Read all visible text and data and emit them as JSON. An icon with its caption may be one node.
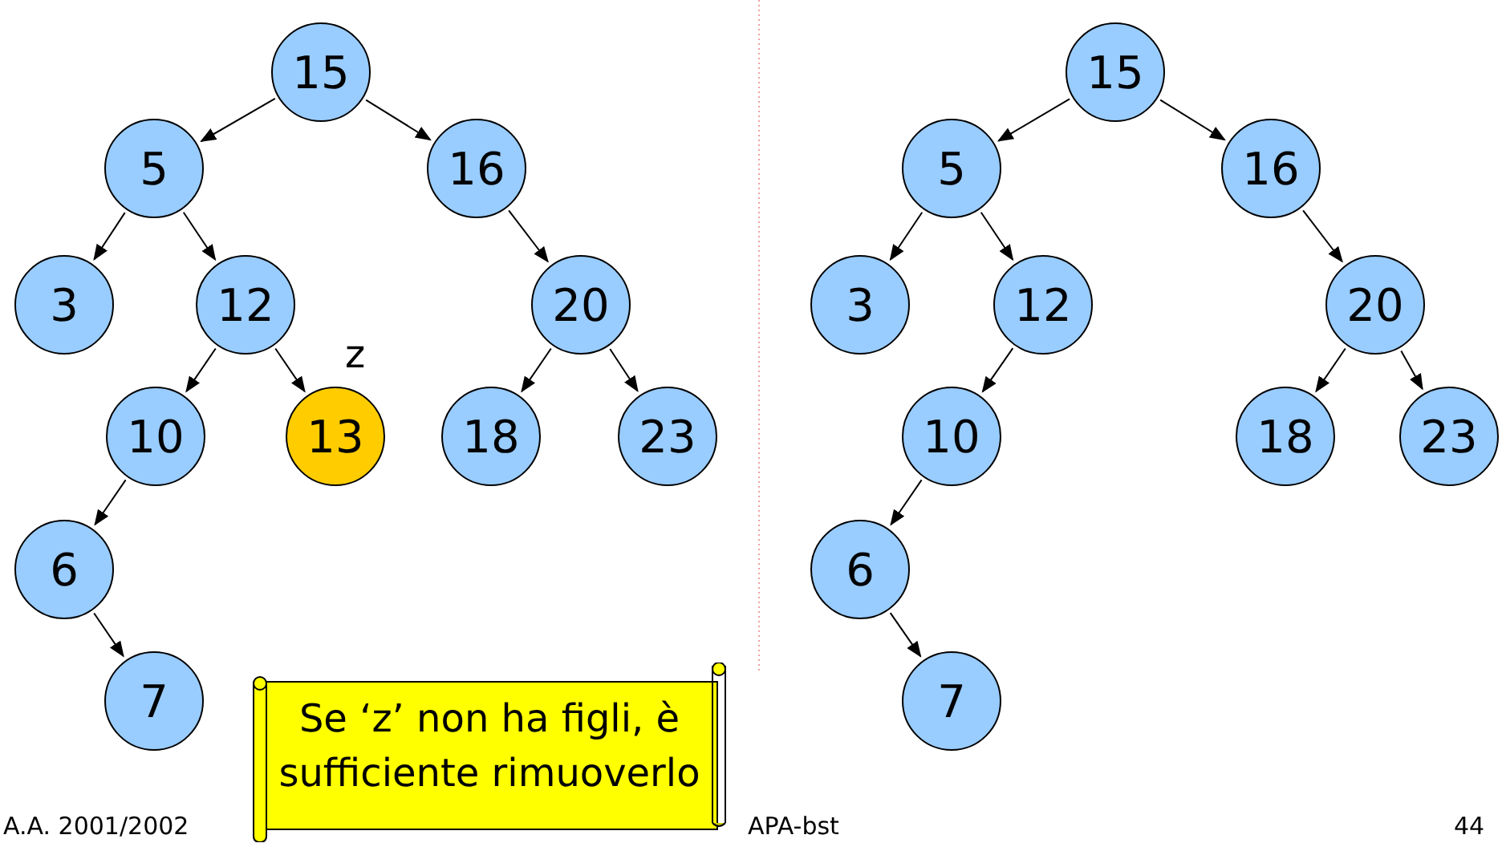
{
  "diagram": {
    "nodes": [
      {
        "text": [
          "15"
        ]
      },
      {
        "text": [
          "5"
        ]
      },
      {
        "text": [
          "16"
        ]
      },
      {
        "text": [
          "3"
        ]
      },
      {
        "text": [
          "12"
        ]
      },
      {
        "text": [
          "20"
        ]
      },
      {
        "text": [
          "10"
        ]
      },
      {
        "text": [
          "13"
        ],
        "beside": [
          "z"
        ]
      },
      {
        "text": [
          "18"
        ]
      },
      {
        "text": [
          "23"
        ]
      },
      {
        "text": [
          "6"
        ]
      },
      {
        "text": [
          "7"
        ]
      },
      {
        "text": [
          "15"
        ]
      },
      {
        "text": [
          "5"
        ]
      },
      {
        "text": [
          "16"
        ]
      },
      {
        "text": [
          "3"
        ]
      },
      {
        "text": [
          "12"
        ]
      },
      {
        "text": [
          "20"
        ]
      },
      {
        "text": [
          "10"
        ]
      },
      {
        "text": [
          "18"
        ]
      },
      {
        "text": [
          "23"
        ]
      },
      {
        "text": [
          "6"
        ]
      },
      {
        "text": [
          "7"
        ]
      },
      {
        "text": [
          "Se ‘z’ non ha figli, è sufficiente rimuoverlo"
        ]
      }
    ],
    "edges": [
      {
        "from": 0,
        "to": 1,
        "arrow": "to"
      },
      {
        "from": 0,
        "to": 2,
        "arrow": "to"
      },
      {
        "from": 1,
        "to": 3,
        "arrow": "to"
      },
      {
        "from": 1,
        "to": 4,
        "arrow": "to"
      },
      {
        "from": 2,
        "to": 5,
        "arrow": "to"
      },
      {
        "from": 4,
        "to": 6,
        "arrow": "to"
      },
      {
        "from": 4,
        "to": 7,
        "arrow": "to"
      },
      {
        "from": 5,
        "to": 8,
        "arrow": "to"
      },
      {
        "from": 5,
        "to": 9,
        "arrow": "to"
      },
      {
        "from": 6,
        "to": 10,
        "arrow": "to"
      },
      {
        "from": 10,
        "to": 11,
        "arrow": "to"
      },
      {
        "from": 12,
        "to": 13,
        "arrow": "to"
      },
      {
        "from": 12,
        "to": 14,
        "arrow": "to"
      },
      {
        "from": 13,
        "to": 15,
        "arrow": "to"
      },
      {
        "from": 13,
        "to": 16,
        "arrow": "to"
      },
      {
        "from": 14,
        "to": 17,
        "arrow": "to"
      },
      {
        "from": 16,
        "to": 18,
        "arrow": "to"
      },
      {
        "from": 17,
        "to": 19,
        "arrow": "to"
      },
      {
        "from": 17,
        "to": 20,
        "arrow": "to"
      },
      {
        "from": 18,
        "to": 21,
        "arrow": "to"
      },
      {
        "from": 21,
        "to": 22,
        "arrow": "to"
      }
    ],
    "labels": [
      "A.A. 2001/2002",
      "APA-bst",
      "44"
    ]
  }
}
